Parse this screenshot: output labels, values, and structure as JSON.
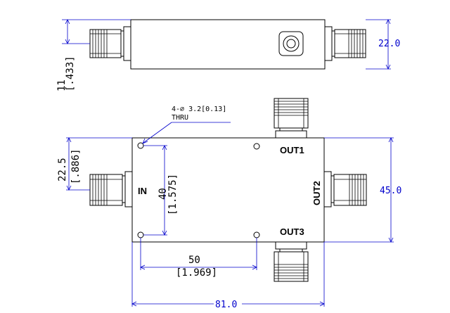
{
  "side_view": {
    "height_mm": "22.0",
    "flange_mm": "11",
    "flange_in": "[.433]"
  },
  "top_view": {
    "hole_note": "4-∅ 3.2[0.13]",
    "hole_note_2": "THRU",
    "in_offset_mm": "22.5",
    "in_offset_in": "[.886]",
    "label_in": "IN",
    "label_out1": "OUT1",
    "label_out2": "OUT2",
    "label_out3": "OUT3",
    "hole_pitch_v_mm": "40",
    "hole_pitch_v_in": "[1.575]",
    "hole_pitch_h_mm": "50",
    "hole_pitch_h_in": "[1.969]",
    "width_mm": "45.0",
    "length_mm": "81.0"
  }
}
